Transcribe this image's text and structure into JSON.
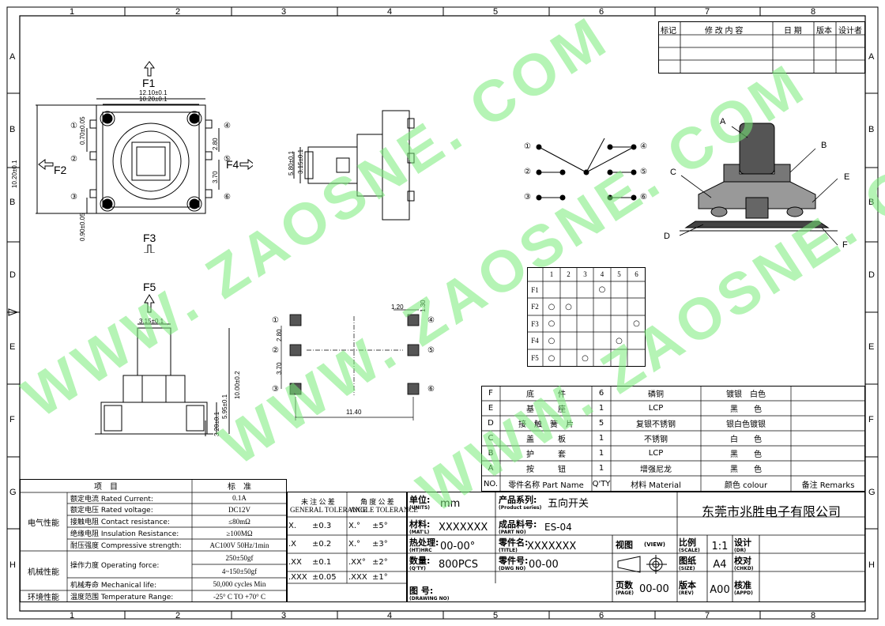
{
  "frame": {
    "cols": [
      "1",
      "2",
      "3",
      "4",
      "5",
      "6",
      "7",
      "8"
    ],
    "rows": [
      "A",
      "B",
      "B",
      "D",
      "E",
      "F",
      "G",
      "H"
    ]
  },
  "revision_table": {
    "headers": [
      "标记",
      "修 改 内 容",
      "日 期",
      "版本",
      "设计者"
    ]
  },
  "drawing_labels": {
    "f1": "F1",
    "f2": "F2",
    "f3": "F3",
    "f4": "F4",
    "f5": "F5",
    "dim_1210": "12.10±0.1",
    "dim_1020": "10.20±0.1",
    "dim_1020v": "10.20±0.1",
    "dim_070": "0.70±0.05",
    "dim_090": "0.90±0.05",
    "dim_280": "2.80",
    "dim_370": "3.70",
    "dim_580": "5.80±0.1",
    "dim_315": "3.15±0.1",
    "dim_315b": "3.15±0.1",
    "dim_1000": "10.00±0.2",
    "dim_595": "5.95±0.1",
    "dim_320": "3.20±0.1",
    "dim_120": "1.20",
    "dim_130": "1.30",
    "dim_280b": "2.80",
    "dim_370b": "3.70",
    "dim_1140": "11.40",
    "pins": [
      "①",
      "②",
      "③",
      "④",
      "⑤",
      "⑥"
    ],
    "parts": [
      "A",
      "B",
      "C",
      "D",
      "E",
      "F"
    ]
  },
  "switch_matrix": {
    "col_headers": [
      "1",
      "2",
      "3",
      "4",
      "5",
      "6"
    ],
    "rows": [
      {
        "label": "F1",
        "marks": [
          false,
          false,
          false,
          true,
          false,
          false
        ]
      },
      {
        "label": "F2",
        "marks": [
          true,
          true,
          false,
          false,
          false,
          false
        ]
      },
      {
        "label": "F3",
        "marks": [
          true,
          false,
          false,
          false,
          false,
          true
        ]
      },
      {
        "label": "F4",
        "marks": [
          true,
          false,
          false,
          false,
          true,
          false
        ]
      },
      {
        "label": "F5",
        "marks": [
          true,
          false,
          true,
          false,
          false,
          false
        ]
      }
    ],
    "mark_symbol": "○"
  },
  "bom": {
    "rows": [
      {
        "no": "F",
        "name": "底　　　件",
        "qty": "6",
        "material": "磷铜",
        "color": "镀银　白色",
        "remark": ""
      },
      {
        "no": "E",
        "name": "基　　　座",
        "qty": "1",
        "material": "LCP",
        "color": "黑　　色",
        "remark": ""
      },
      {
        "no": "D",
        "name": "接　触　簧　片",
        "qty": "5",
        "material": "复银不锈钢",
        "color": "银白色镀银",
        "remark": ""
      },
      {
        "no": "C",
        "name": "盖　　　板",
        "qty": "1",
        "material": "不锈钢",
        "color": "白　　色",
        "remark": ""
      },
      {
        "no": "B",
        "name": "护　　　套",
        "qty": "1",
        "material": "LCP",
        "color": "黑　　色",
        "remark": ""
      },
      {
        "no": "A",
        "name": "按　　　钮",
        "qty": "1",
        "material": "增强尼龙",
        "color": "黑　　色",
        "remark": ""
      }
    ],
    "header": {
      "no": "NO.",
      "name": "零件名称  Part Name",
      "qty": "Q'TY",
      "material": "材料  Material",
      "color": "颜色   colour",
      "remark": "备注  Remarks"
    }
  },
  "specs": {
    "header_item": "项　目",
    "header_std": "标　准",
    "groups": [
      {
        "label": "电气性能",
        "rows": [
          {
            "item": "额定电流  Rated Current:",
            "std": "0.1A"
          },
          {
            "item": "额定电压  Rated voltage:",
            "std": "DC12V"
          },
          {
            "item": "接触电阻  Contact resistance:",
            "std": "≤80mΩ"
          },
          {
            "item": "绝缘电阻  Insulation Resistance:",
            "std": "≥100MΩ"
          },
          {
            "item": "耐压强度  Compressive strength:",
            "std": "AC100V  50Hz/1min"
          }
        ]
      },
      {
        "label": "机械性能",
        "rows": [
          {
            "item": "操作力度  Operating force:",
            "std": "250±50gf",
            "std2": "4~150±50gf"
          },
          {
            "item": "机械寿命  Mechanical life:",
            "std": "50,000 cycles Min"
          }
        ]
      },
      {
        "label": "环境性能",
        "rows": [
          {
            "item": "温度范围  Temperature Range:",
            "std": "-25° C TO +70° C"
          }
        ]
      }
    ]
  },
  "tolerance": {
    "general_cn": "未 注 公 差",
    "general_en": "GENERAL TOLERANCE",
    "angle_cn": "角 度 公 差",
    "angle_en": "ANGLE TOLERANCE",
    "rows": [
      {
        "g": "X.",
        "gv": "±0.3",
        "a": "X.°",
        "av": "±5°"
      },
      {
        "g": ".X",
        "gv": "±0.2",
        "a": "X.°",
        "av": "±3°"
      },
      {
        "g": ".XX",
        "gv": "±0.1",
        "a": ".XX°",
        "av": "±2°"
      },
      {
        "g": ".XXX",
        "gv": "±0.05",
        "a": ".XXX",
        "av": "±1°"
      }
    ]
  },
  "title_block": {
    "unit_label": "单位:",
    "unit_en": "(UNITS)",
    "unit": "mm",
    "series_label": "产品系列:",
    "series_en": "(Product series)",
    "series": "五向开关",
    "company": "东莞市兆胜电子有限公司",
    "mat_label": "材料:",
    "mat_en": "(MAT'L)",
    "mat": "XXXXXXX",
    "partno_label": "成品料号:",
    "partno_en": "(PART NO)",
    "partno": "ES-04",
    "scale_label": "比例",
    "scale_en": "(SCALE)",
    "scale": "1:1",
    "design_label": "设计",
    "design_en": "(DR)",
    "ht_label": "热处理:",
    "ht_en": "(HT)HRC",
    "ht": "00-00°",
    "title_label": "零件名:",
    "title_en": "(TITLE)",
    "title": "XXXXXXX",
    "view_label": "视图",
    "view_en": "(VIEW)",
    "size_label": "图纸",
    "size_en": "(SIZE)",
    "size": "A4",
    "check_label": "校对",
    "check_en": "(CHKD)",
    "qty_label": "数量:",
    "qty_en": "(Q'TY)",
    "qty": "800PCS",
    "dwg_label": "零件号:",
    "dwg_en": "(DWG NO)",
    "dwg": "00-00",
    "drawing_no_label": "图 号:",
    "drawing_no_en": "(DRAWING NO)",
    "page_label": "页数",
    "page_en": "(PAGE)",
    "page": "00-00",
    "rev_label": "版本",
    "rev_en": "(REV)",
    "rev": "A00",
    "appd_label": "核准",
    "appd_en": "(APPD)"
  },
  "watermark": [
    "WWW. ZAOSNE. COM",
    "WWW. ZAOSNE. COM",
    "WWW. ZAOSNE. COM"
  ]
}
